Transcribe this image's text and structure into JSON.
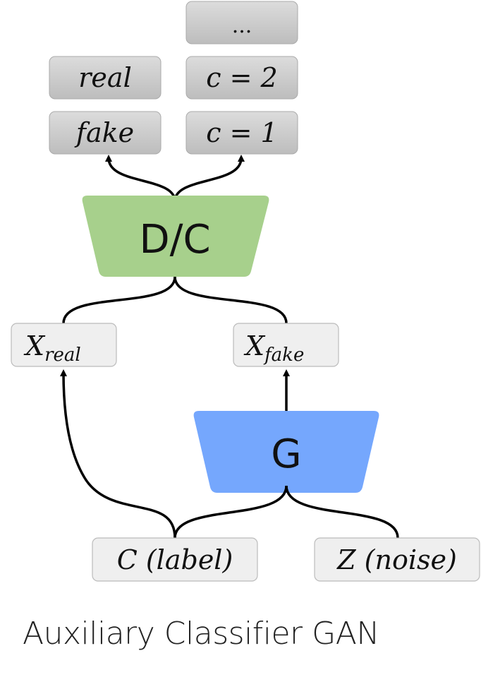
{
  "outputs_left": {
    "real": "real",
    "fake": "fake"
  },
  "outputs_right": {
    "ellipsis": "...",
    "c2": "c = 2",
    "c1": "c = 1"
  },
  "discriminator": {
    "label": "D/C",
    "color": "#a7d08c"
  },
  "generator": {
    "label": "G",
    "color": "#75a7fd"
  },
  "x_real": {
    "base": "X",
    "sub": "real"
  },
  "x_fake": {
    "base": "X",
    "sub": "fake"
  },
  "input_label": "C (label)",
  "input_noise": "Z (noise)",
  "caption": "Auxiliary Classifier GAN",
  "colors": {
    "gray_box": "#c8c8c8",
    "light_box": "#efefef",
    "edge": "#000000"
  }
}
